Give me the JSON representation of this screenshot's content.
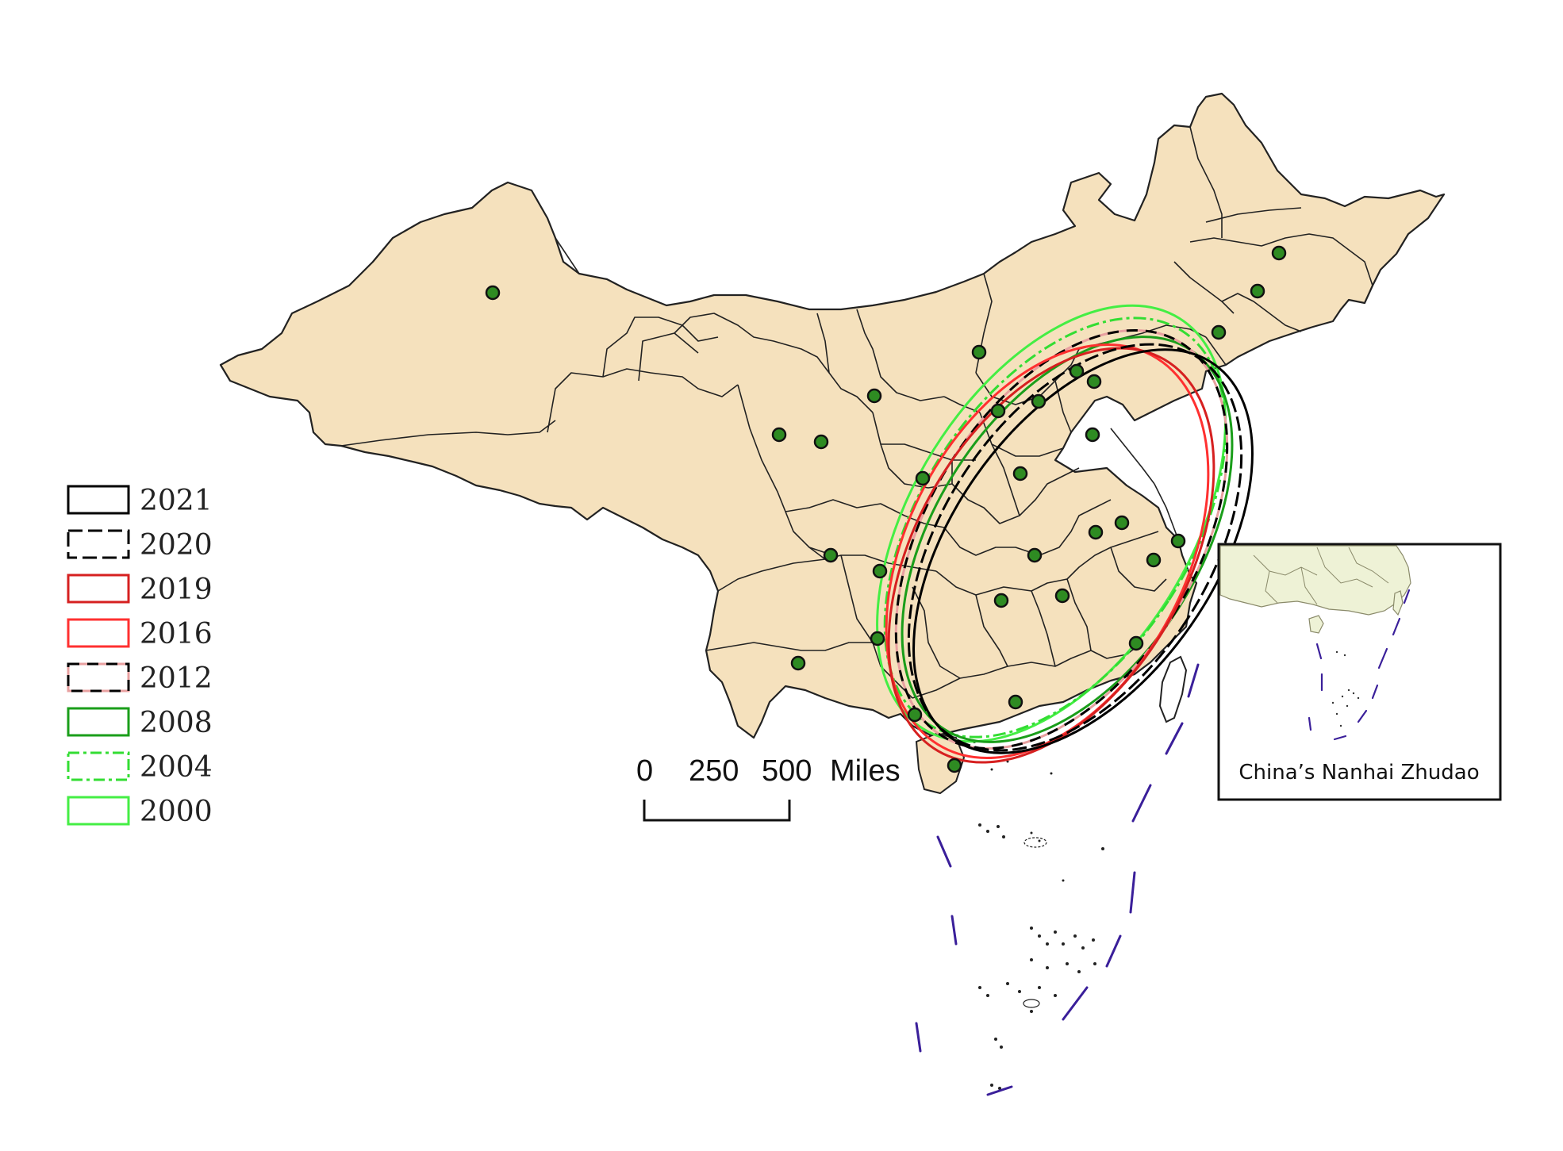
{
  "legend": [
    {
      "label": "2021",
      "color": "#000000",
      "style": "solid"
    },
    {
      "label": "2020",
      "color": "#000000",
      "style": "dashed"
    },
    {
      "label": "2019",
      "color": "#d62020",
      "style": "solid"
    },
    {
      "label": "2016",
      "color": "#ff3030",
      "style": "solid"
    },
    {
      "label": "2012",
      "color": "#000000",
      "style": "dashed",
      "alt_color": "#e8a0a0"
    },
    {
      "label": "2008",
      "color": "#1a9e1a",
      "style": "solid"
    },
    {
      "label": "2004",
      "color": "#33dd33",
      "style": "dashed"
    },
    {
      "label": "2000",
      "color": "#44ee44",
      "style": "solid"
    }
  ],
  "scale_bar": {
    "tick0": "0",
    "tick1": "250",
    "tick2": "500",
    "unit": "Miles"
  },
  "inset": {
    "label": "China’s Nanhai Zhudao"
  },
  "colors": {
    "land": "#f5e1bd",
    "border": "#222222",
    "point": "#2e8b22",
    "inset_land": "#eef2d6",
    "boundary_dash": "#3a1f9a"
  }
}
